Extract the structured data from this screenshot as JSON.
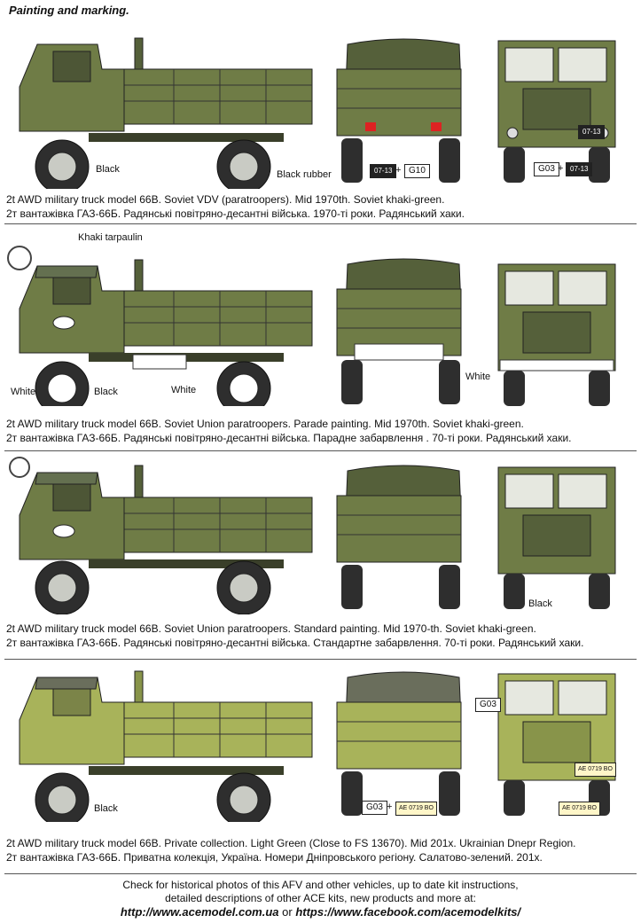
{
  "title": "Painting and marking.",
  "colors": {
    "khaki": "#6f7c46",
    "light_green": "#a8b35a",
    "tarp": "#647050"
  },
  "sections": [
    {
      "caption_en": "2t AWD military truck model 66B. Soviet VDV (paratroopers). Mid 1970th. Soviet khaki-green.",
      "caption_ua": "2т вантажівка ГАЗ-66Б. Радянські повітряно-десантні війська. 1970-ті роки. Радянський хаки.",
      "labels": {
        "black": "Black",
        "black_rubber": "Black rubber"
      },
      "plates": {
        "rear_plate": "07-13",
        "rear_code": "G10",
        "front_code": "G03",
        "front_plate": "07-13",
        "cab_plate": "07-13"
      },
      "plus": "+"
    },
    {
      "caption_en": "2t AWD military truck model 66B. Soviet Union paratroopers. Parade painting. Mid 1970th. Soviet khaki-green.",
      "caption_ua": "2т вантажівка ГАЗ-66Б. Радянські повітряно-десантні війська. Парадне забарвлення . 70-ті роки. Радянський хаки.",
      "labels": {
        "tarp": "Khaki tarpaulin",
        "white1": "White",
        "black": "Black",
        "white2": "White",
        "white3": "White"
      }
    },
    {
      "caption_en": "2t AWD military truck model 66B. Soviet Union paratroopers. Standard painting. Mid 1970-th. Soviet khaki-green.",
      "caption_ua": "2т вантажівка ГАЗ-66Б. Радянські повітряно-десантні війська. Стандартне забарвлення. 70-ті роки. Радянський хаки.",
      "labels": {
        "black": "Black"
      }
    },
    {
      "caption_en": "2t AWD military truck model 66B. Private collection. Light Green (Close to FS 13670). Mid 201x. Ukrainian Dnepr Region.",
      "caption_ua": "2т вантажівка ГАЗ-66Б. Приватна колекція, Україна. Номери Дніпровського регіону. Салатово-зелений. 201х.",
      "labels": {
        "black": "Black"
      },
      "plates": {
        "side_code": "G03",
        "rear_code": "G03",
        "rear_plate": "AE 0719 BO",
        "front_plate": "AE 0719 BO",
        "front_small": "AE 0719 BO"
      },
      "plus": "+"
    }
  ],
  "footer": {
    "line1": "Check for historical photos of this AFV and  other vehicles, up to date kit instructions,",
    "line2": "detailed descriptions of other ACE kits, new products and more at:",
    "url1": "http://www.acemodel.com.ua",
    "or": " or ",
    "url2": "https://www.facebook.com/acemodelkits/"
  }
}
